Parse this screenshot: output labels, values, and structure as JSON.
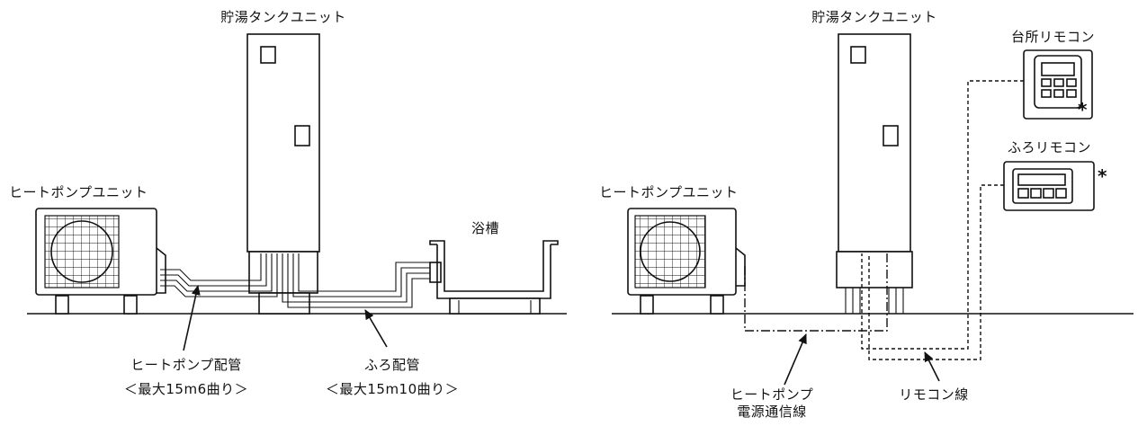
{
  "left": {
    "tank_label": "貯湯タンクユニット",
    "heatpump_label": "ヒートポンプユニット",
    "bathtub_label": "浴槽",
    "hp_pipe_label": "ヒートポンプ配管",
    "hp_pipe_spec": "＜最大15m6曲り＞",
    "bath_pipe_label": "ふろ配管",
    "bath_pipe_spec": "＜最大15m10曲り＞"
  },
  "right": {
    "tank_label": "貯湯タンクユニット",
    "heatpump_label": "ヒートポンプユニット",
    "kitchen_remote_label": "台所リモコン",
    "bath_remote_label": "ふろリモコン",
    "asterisk": "*",
    "hp_power_line_label_1": "ヒートポンプ",
    "hp_power_line_label_2": "電源通信線",
    "remote_line_label": "リモコン線"
  }
}
